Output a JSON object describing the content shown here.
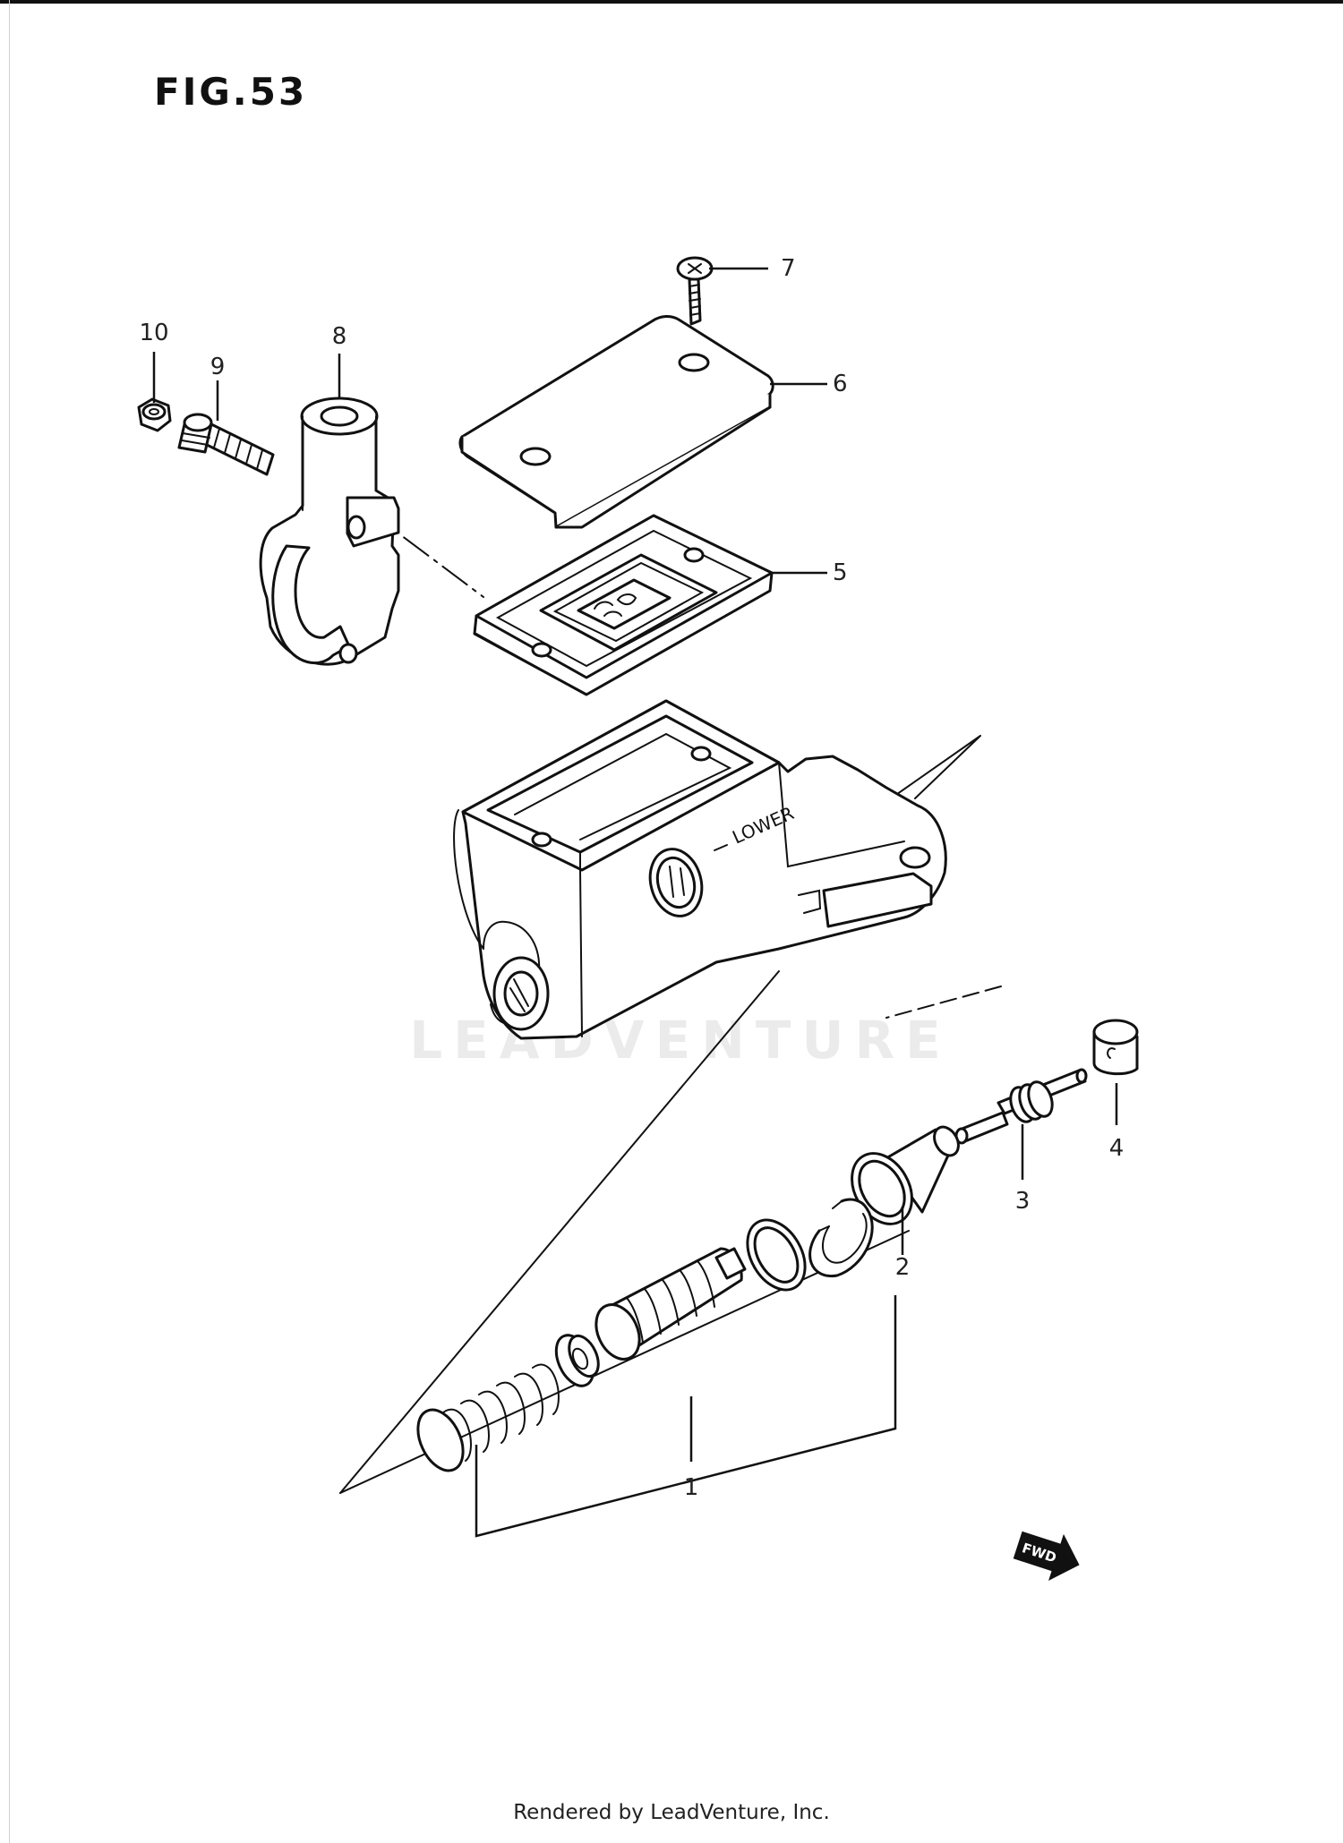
{
  "figure": {
    "title": "FIG.53"
  },
  "callouts": [
    "1",
    "2",
    "3",
    "4",
    "5",
    "6",
    "7",
    "8",
    "9",
    "10"
  ],
  "labels": {
    "lower_mark": "LOWER",
    "fwd_mark": "FWD"
  },
  "watermark": "LEADVENTURE",
  "footer": {
    "text": "Rendered by LeadVenture, Inc."
  },
  "colors": {
    "ink": "#111111",
    "background": "#ffffff"
  }
}
